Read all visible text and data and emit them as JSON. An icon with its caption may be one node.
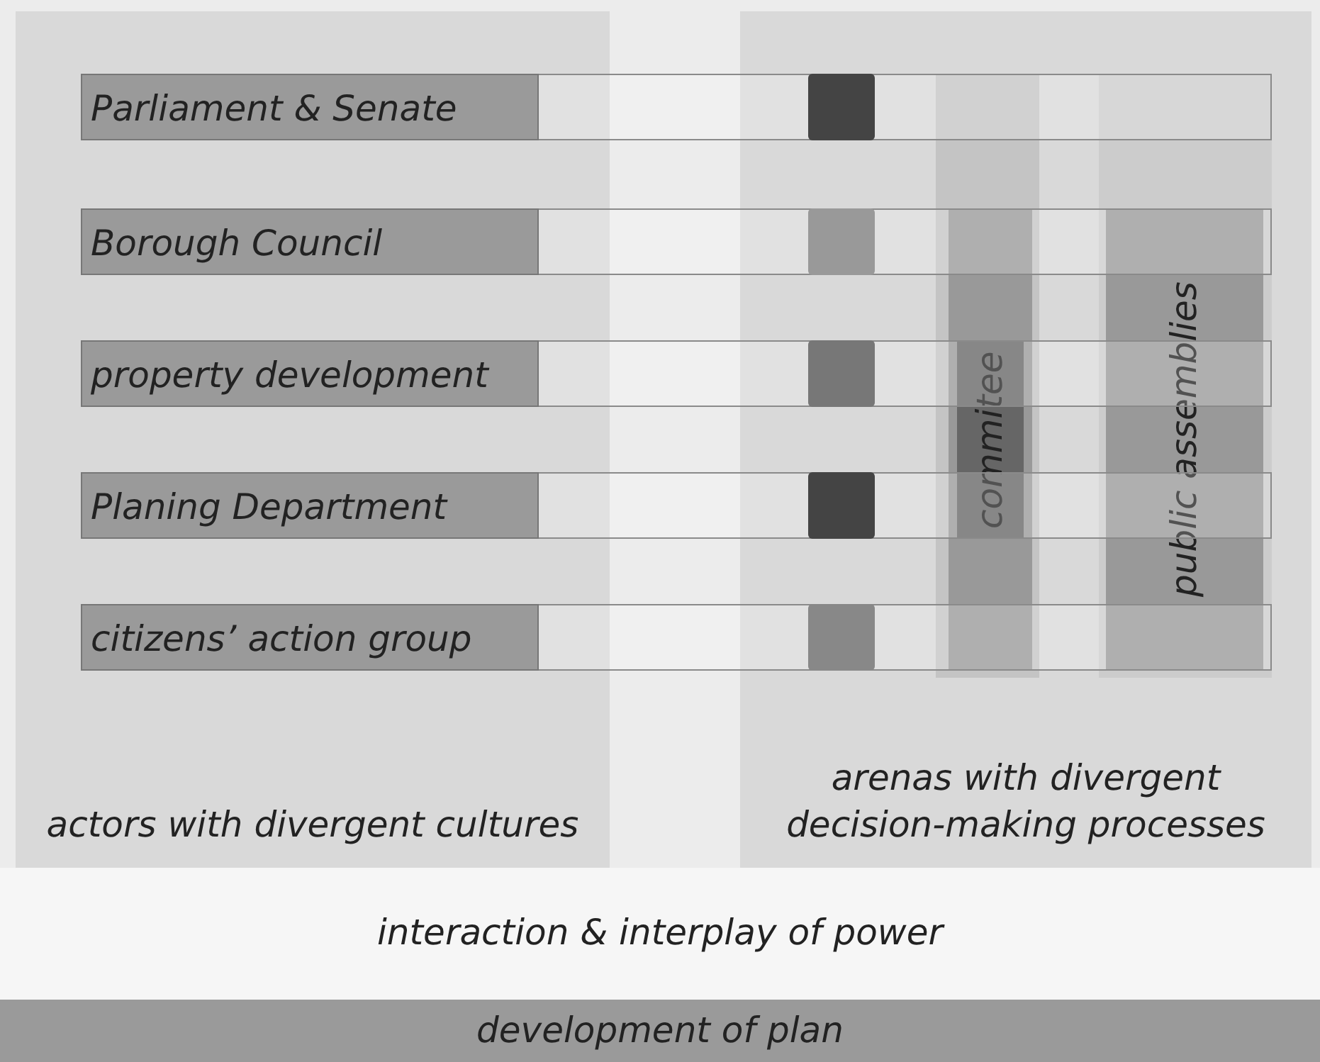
{
  "diagram": {
    "nodes": [
      {
        "text": [
          "actors with divergent cultures"
        ]
      },
      {
        "text": [
          "arenas with divergent decision-making processes"
        ]
      },
      {
        "text": [
          "Parliament & Senate"
        ]
      },
      {
        "text": [
          "Borough Council"
        ]
      },
      {
        "text": [
          "property development"
        ]
      },
      {
        "text": [
          "Planing Department"
        ]
      },
      {
        "text": [
          "citizens’ action group"
        ]
      },
      {
        "text": [],
        "shape": "box"
      },
      {
        "text": [],
        "shape": "box"
      },
      {
        "text": [],
        "shape": "box"
      },
      {
        "text": [],
        "shape": "box"
      },
      {
        "text": [],
        "shape": "box"
      },
      {
        "text": [],
        "shape": "bar",
        "in": 1
      },
      {
        "text": [],
        "shape": "bar",
        "in": 12
      },
      {
        "text": [
          "commitee"
        ],
        "in": 13
      },
      {
        "text": [],
        "shape": "bar",
        "in": 1
      },
      {
        "text": [
          "public assemblies"
        ],
        "in": 15
      },
      {
        "text": [
          "interaction & interplay of power"
        ]
      },
      {
        "text": [
          "development of plan"
        ]
      }
    ]
  }
}
